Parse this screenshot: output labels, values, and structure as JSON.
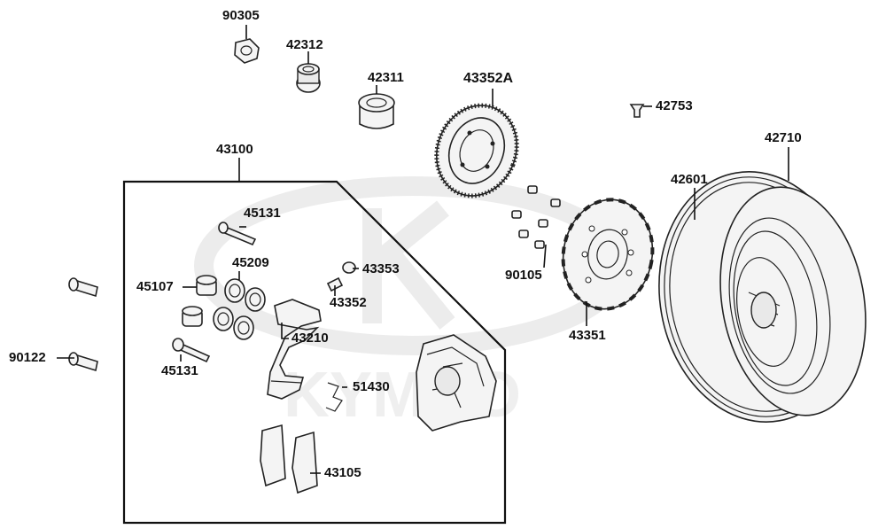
{
  "watermark": {
    "text": "KYMCO"
  },
  "part_numbers": {
    "p90305": "90305",
    "p42312": "42312",
    "p42311": "42311",
    "p43352A": "43352A",
    "p42753": "42753",
    "p42710": "42710",
    "p43100": "43100",
    "p42601": "42601",
    "p45131_top": "45131",
    "p45209": "45209",
    "p43353": "43353",
    "p45107": "45107",
    "p43352": "43352",
    "p90105": "90105",
    "p43210": "43210",
    "p43351": "43351",
    "p90122": "90122",
    "p45131_bottom": "45131",
    "p51430": "51430",
    "p43105": "43105"
  }
}
